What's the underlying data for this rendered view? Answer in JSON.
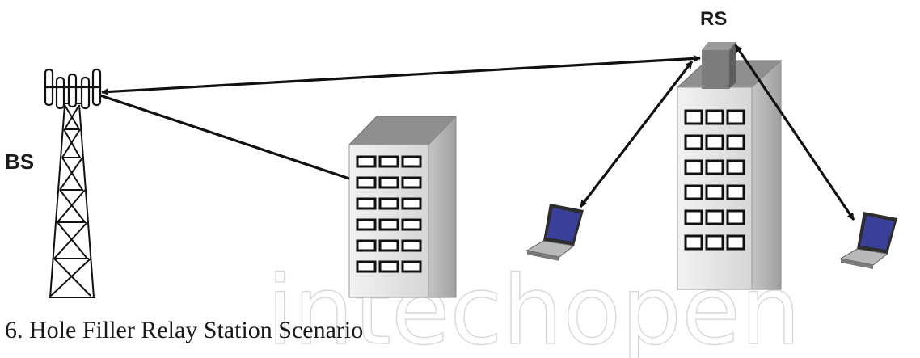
{
  "diagram": {
    "labels": {
      "base_station": "BS",
      "relay_station": "RS"
    },
    "caption": "6. Hole Filler Relay Station Scenario",
    "watermark": "intechopen",
    "colors": {
      "line": "#111111",
      "building_front": "#e6e6e6",
      "building_side": "#b4b4b4",
      "building_top": "#8f8f8f",
      "window": "#222222",
      "relay_box": "#7d7d7d",
      "laptop_screen": "#3a3f9a"
    },
    "icons": [
      "tower-icon",
      "building-icon",
      "relay-station-icon",
      "laptop-icon"
    ]
  }
}
